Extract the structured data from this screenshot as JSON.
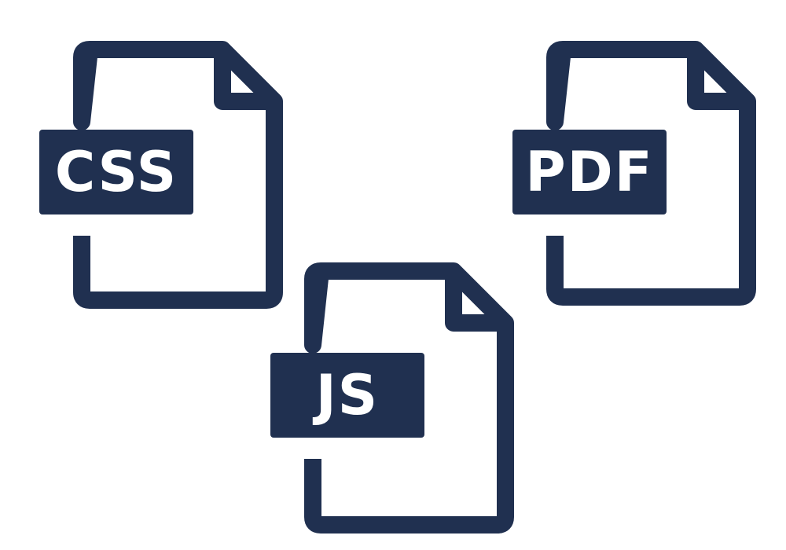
{
  "colors": {
    "icon": "#203050",
    "background": "#ffffff",
    "label_text": "#ffffff"
  },
  "files": [
    {
      "name": "css-file-icon",
      "label": "CSS"
    },
    {
      "name": "pdf-file-icon",
      "label": "PDF"
    },
    {
      "name": "js-file-icon",
      "label": "JS"
    }
  ]
}
